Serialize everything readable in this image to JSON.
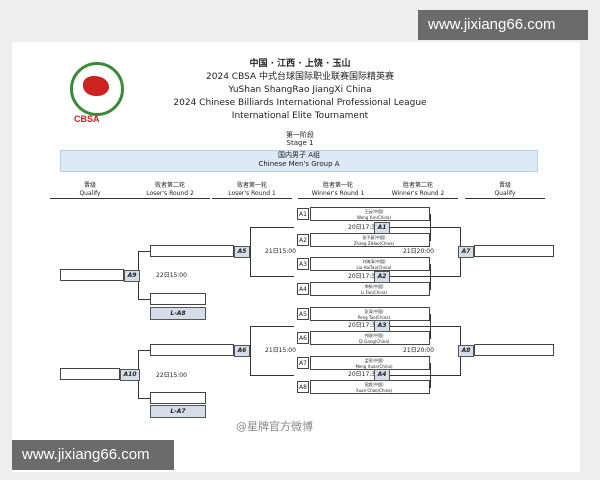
{
  "watermark": "www.jixiang66.com",
  "logo_text": "CBSA",
  "title": {
    "line1": "中国 · 江西 · 上饶 · 玉山",
    "line2": "2024 CBSA 中式台球国际职业联赛国际精英赛",
    "line3": "YuShan ShangRao JiangXi China",
    "line4": "2024 Chinese Billiards International Professional League",
    "line5": "International Elite Tournament"
  },
  "stage": {
    "cn": "第一阶段",
    "en": "Stage 1"
  },
  "group": {
    "cn": "国内男子 A组",
    "en": "Chinese Men's Group A"
  },
  "columns": [
    {
      "cn": "晋级",
      "en": "Qualify"
    },
    {
      "cn": "败者第二轮",
      "en": "Loser's Round 2"
    },
    {
      "cn": "败者第一轮",
      "en": "Loser's Round 1"
    },
    {
      "cn": "胜者第一轮",
      "en": "Winner's Round 1"
    },
    {
      "cn": "胜者第二轮",
      "en": "Winner's Round 2"
    },
    {
      "cn": "晋级",
      "en": "Qualify"
    }
  ],
  "matches": [
    {
      "id": "A1",
      "p1": "王云(中国)",
      "p2": "Wang Yun(China)"
    },
    {
      "id": "A2",
      "p1": "张子豪(中国)",
      "p2": "Zhang ZiHao(China)"
    },
    {
      "id": "A3",
      "p1": "刘海涛(中国)",
      "p2": "Liu HaiTao(China)"
    },
    {
      "id": "A4",
      "p1": "李帆(中国)",
      "p2": "Li Fan(China)"
    },
    {
      "id": "A5",
      "p1": "彭涛(中国)",
      "p2": "Peng Tao(China)"
    },
    {
      "id": "A6",
      "p1": "齐刚(中国)",
      "p2": "Qi Gang(China)"
    },
    {
      "id": "A7",
      "p1": "孟宣(中国)",
      "p2": "Meng Xuan(China)"
    },
    {
      "id": "A8",
      "p1": "宣超(中国)",
      "p2": "Xuan Chao(China)"
    }
  ],
  "times": {
    "wr1_a": "20日17:30",
    "wr1_b": "20日17:30",
    "wr1_c": "20日17:30",
    "wr1_d": "20日17:30",
    "lr1_a": "21日15:00",
    "lr1_b": "21日15:00",
    "lr2_a": "22日15:00",
    "lr2_b": "22日15:00",
    "wr2_a": "21日20:00",
    "wr2_b": "21日20:00"
  },
  "tags": {
    "winners_r1": [
      "A1",
      "A2",
      "A3",
      "A4"
    ],
    "losers_r1": [
      "A5",
      "A6"
    ],
    "losers_r2": [
      "A9",
      "A10"
    ],
    "winners_r2": [
      "A7",
      "A8"
    ]
  },
  "losers": {
    "a": "L-A8",
    "b": "L-A7"
  },
  "weibo_watermark": "@星牌官方微博"
}
